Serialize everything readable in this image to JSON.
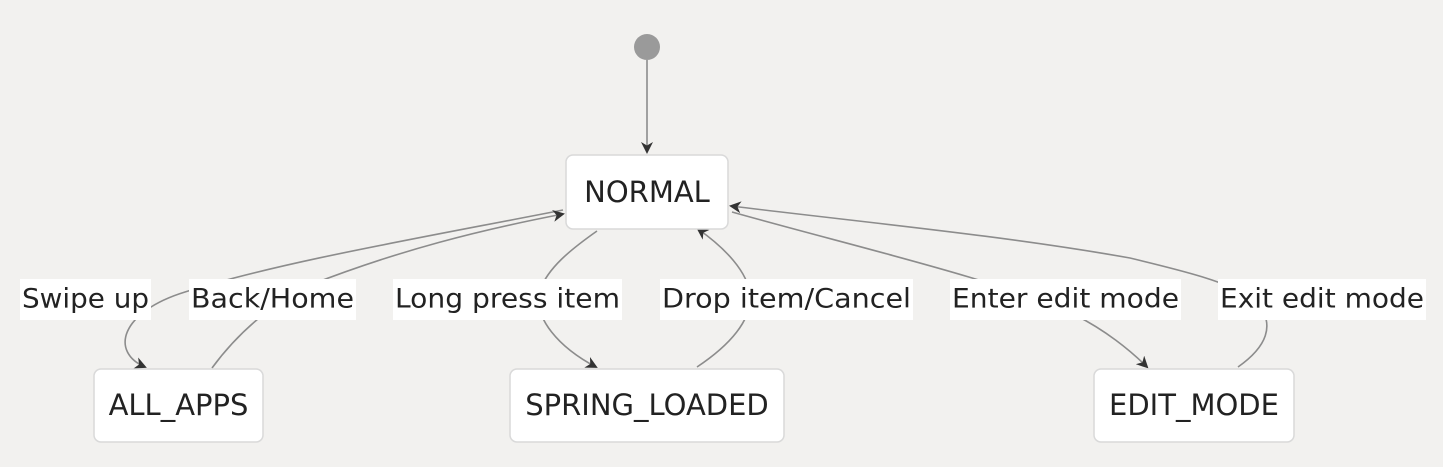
{
  "diagram": {
    "type": "state-diagram",
    "states": {
      "normal": "NORMAL",
      "all_apps": "ALL_APPS",
      "spring_loaded": "SPRING_LOADED",
      "edit_mode": "EDIT_MODE"
    },
    "transitions": [
      {
        "from": "NORMAL",
        "to": "ALL_APPS",
        "label": "Swipe up"
      },
      {
        "from": "ALL_APPS",
        "to": "NORMAL",
        "label": "Back/Home"
      },
      {
        "from": "NORMAL",
        "to": "SPRING_LOADED",
        "label": "Long press item"
      },
      {
        "from": "SPRING_LOADED",
        "to": "NORMAL",
        "label": "Drop item/Cancel"
      },
      {
        "from": "NORMAL",
        "to": "EDIT_MODE",
        "label": "Enter edit mode"
      },
      {
        "from": "EDIT_MODE",
        "to": "NORMAL",
        "label": "Exit edit mode"
      }
    ],
    "initial_state": "NORMAL"
  }
}
